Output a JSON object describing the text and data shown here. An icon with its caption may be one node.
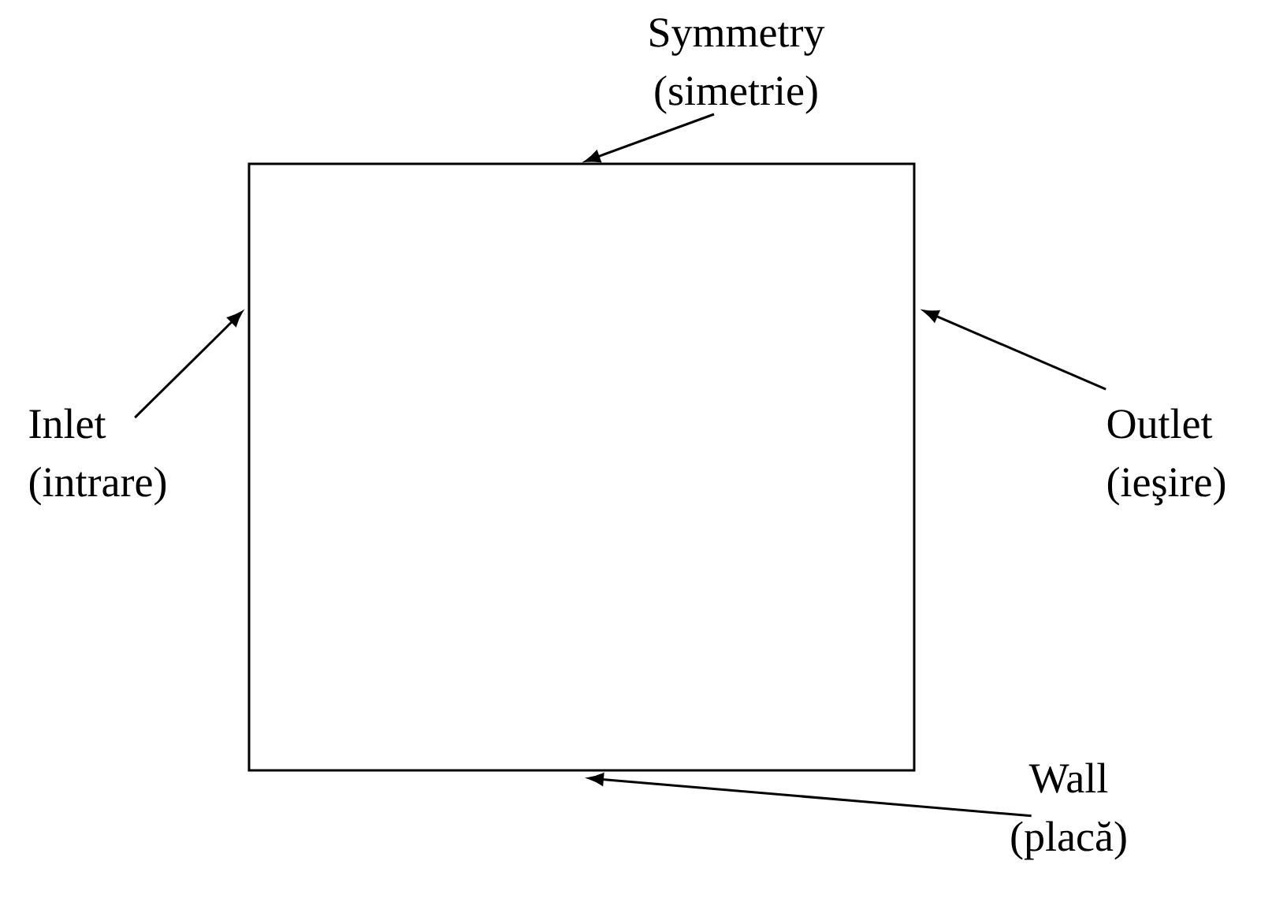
{
  "diagram": {
    "nodes": [
      {
        "text": [],
        "shape": "box"
      },
      {
        "text": [
          "Symmetry",
          "(simetrie)"
        ]
      },
      {
        "text": [
          "Inlet",
          "(intrare)"
        ]
      },
      {
        "text": [
          "Outlet",
          "(ieşire)"
        ]
      },
      {
        "text": [
          "Wall",
          "(placă)"
        ]
      }
    ],
    "edges": [
      {
        "from": 1,
        "to": 0,
        "arrow": "to"
      },
      {
        "from": 2,
        "to": 0,
        "arrow": "to"
      },
      {
        "from": 3,
        "to": 0,
        "arrow": "to"
      },
      {
        "from": 4,
        "to": 0,
        "arrow": "to"
      }
    ]
  }
}
